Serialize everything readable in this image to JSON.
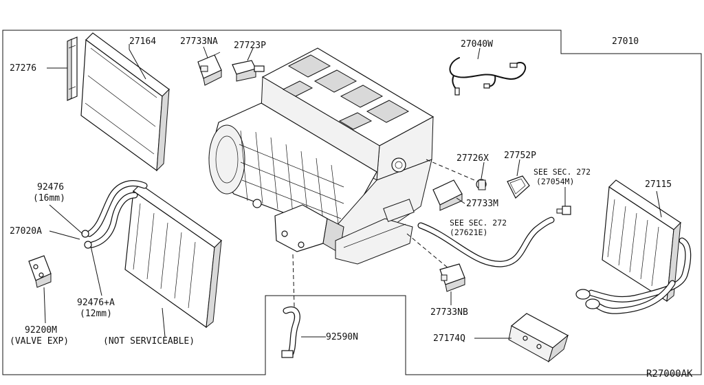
{
  "labels": {
    "p27276": "27276",
    "p27164": "27164",
    "p27733NA": "27733NA",
    "p27723P": "27723P",
    "p27040W": "27040W",
    "p27010": "27010",
    "p92476": "92476",
    "p92476_size": "(16mm)",
    "p27020A": "27020A",
    "p27726X": "27726X",
    "p27752P": "27752P",
    "see272_a": "SEE SEC. 272",
    "see272_a_ref": "(27054M)",
    "p27733M": "27733M",
    "p27115": "27115",
    "see272_b": "SEE SEC. 272",
    "see272_b_ref": "(27621E)",
    "p92476A": "92476+A",
    "p92476A_size": "(12mm)",
    "p27733NB": "27733NB",
    "p92200M": "92200M",
    "p92200M_note": "(VALVE EXP)",
    "not_serviceable": "(NOT SERVICEABLE)",
    "p92590N": "92590N",
    "p27174Q": "27174Q",
    "diagram_ref": "R27000AK"
  }
}
